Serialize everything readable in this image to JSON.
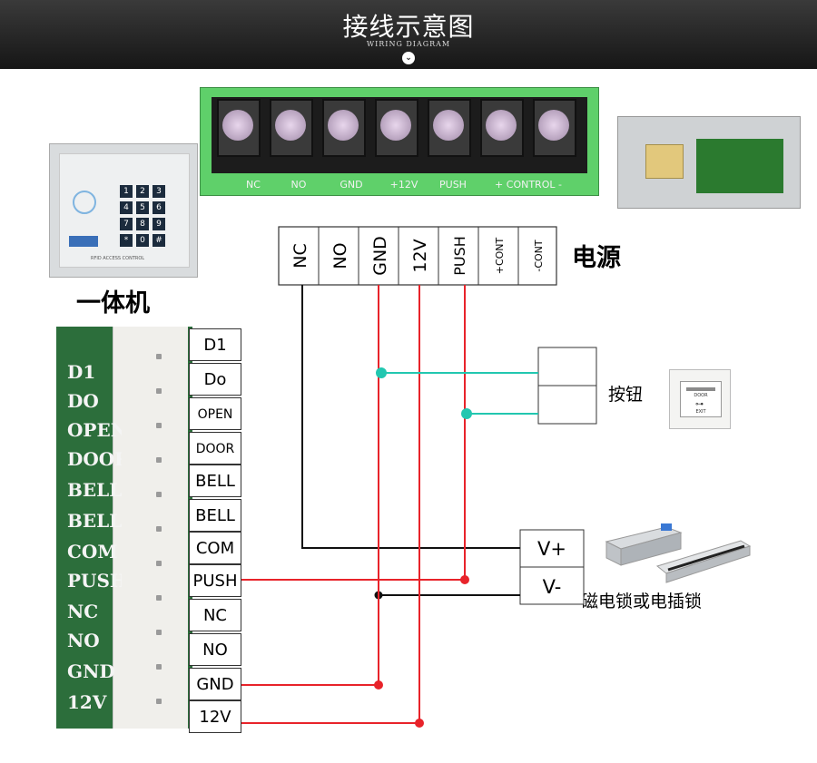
{
  "banner": {
    "title": "接线示意图",
    "subtitle": "WIRING DIAGRAM"
  },
  "controller_terminals": [
    "NC",
    "NO",
    "GND",
    "+12V",
    "PUSH",
    "+ CONTROL -"
  ],
  "power_supply": {
    "label": "电源",
    "terminals": [
      "NC",
      "NO",
      "GND",
      "12V",
      "PUSH",
      "+CONT",
      "-CONT"
    ]
  },
  "keypad": {
    "label": "一体机",
    "keys": [
      "1",
      "2",
      "3",
      "4",
      "5",
      "6",
      "7",
      "8",
      "9",
      "*",
      "0",
      "#"
    ],
    "caption": "RFID ACCESS CONTROL"
  },
  "board_silkscreen": [
    "D1",
    "DO",
    "OPEN",
    "DOOR",
    "BELL",
    "BELL",
    "COM",
    "PUSH",
    "NC",
    "NO",
    "GND",
    "12V"
  ],
  "reader_terminals": [
    "D1",
    "Do",
    "OPEN",
    "DOOR",
    "BELL",
    "BELL",
    "COM",
    "PUSH",
    "NC",
    "NO",
    "GND",
    "12V"
  ],
  "button": {
    "label": "按钮",
    "plate_top": "DOOR",
    "plate_bottom": "EXIT"
  },
  "lock": {
    "label": "磁电锁或电插锁",
    "terminals": [
      "V+",
      "V-"
    ]
  },
  "colors": {
    "gnd_wire": "#e8232a",
    "push_wire": "#e8232a",
    "button_wire": "#22c7b0",
    "nc_wire": "#111111",
    "banner_bg": "#222222",
    "pcb_green": "#2c6e3b"
  }
}
